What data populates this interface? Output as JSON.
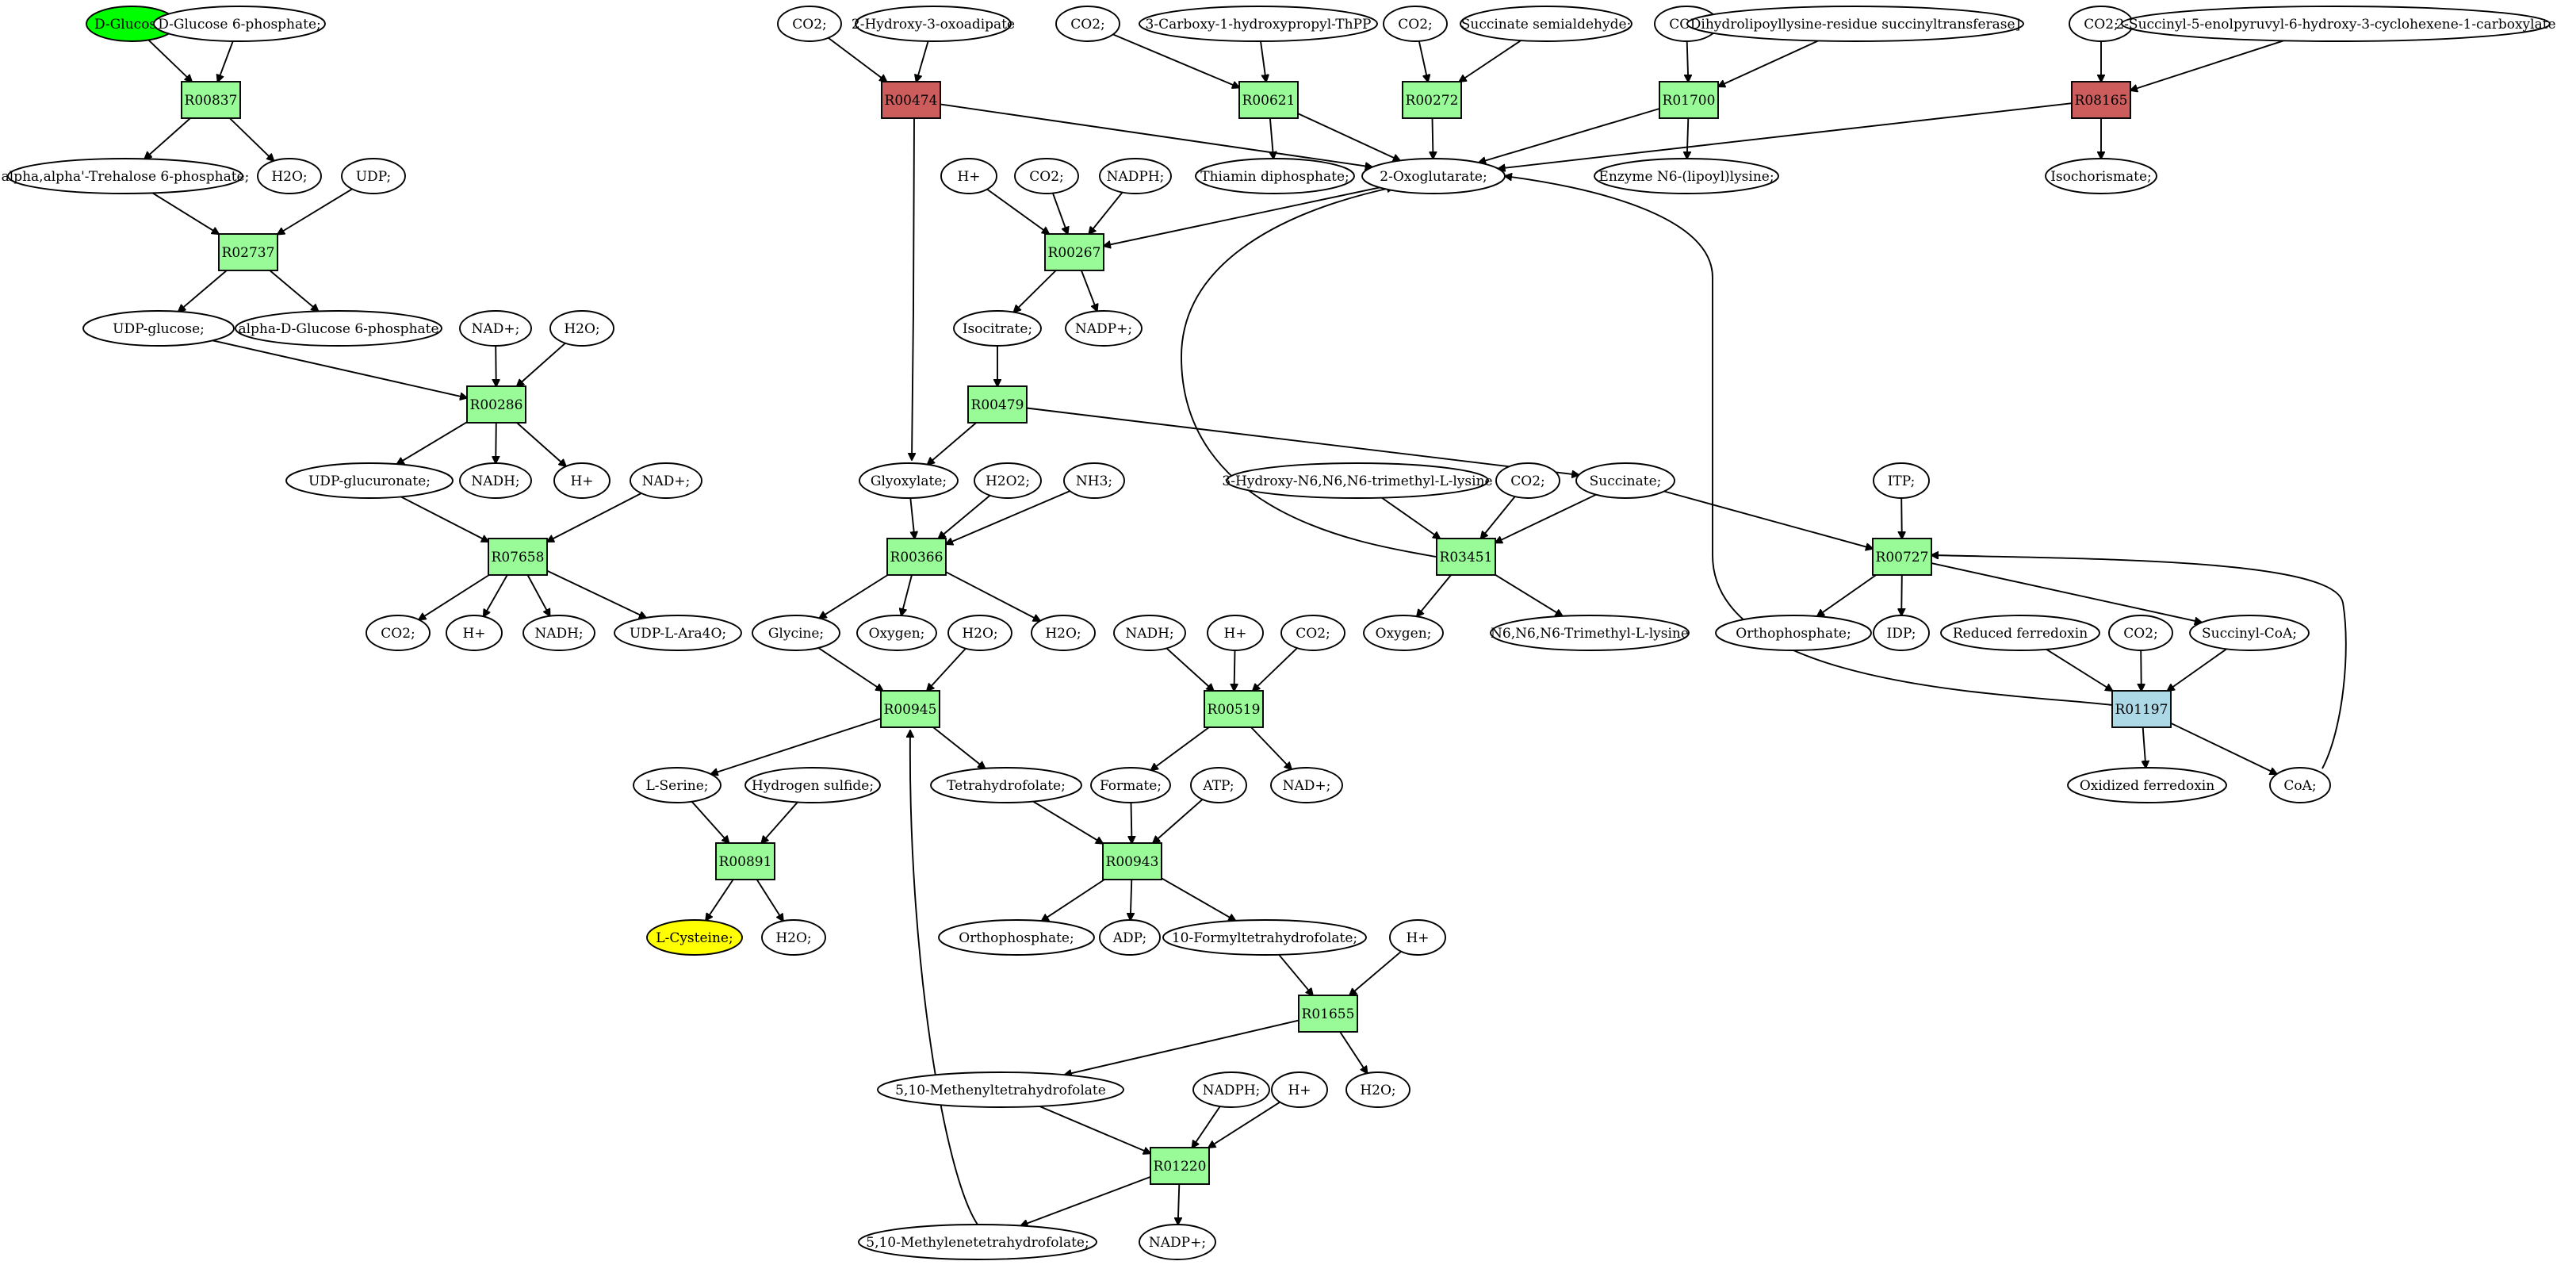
{
  "colors": {
    "metabolite": "#ffffff",
    "reaction": "#98fb98",
    "reaction_red": "#cd5c5c",
    "reaction_blue": "#add8e6",
    "source": "#00ff00",
    "target": "#ffff00"
  },
  "metabolites": [
    {
      "id": "m_dglucose",
      "label": "D-Glucose;",
      "style": "source"
    },
    {
      "id": "m_dg6p",
      "label": "D-Glucose 6-phosphate;"
    },
    {
      "id": "m_trehalose6p",
      "label": "alpha,alpha'-Trehalose 6-phosphate;"
    },
    {
      "id": "m_h2o_1",
      "label": "H2O;"
    },
    {
      "id": "m_udp",
      "label": "UDP;"
    },
    {
      "id": "m_udpglucose",
      "label": "UDP-glucose;"
    },
    {
      "id": "m_adg6p",
      "label": "alpha-D-Glucose 6-phosphate"
    },
    {
      "id": "m_nad_1",
      "label": "NAD+;"
    },
    {
      "id": "m_h2o_2",
      "label": "H2O;"
    },
    {
      "id": "m_udpglucuronate",
      "label": "UDP-glucuronate;"
    },
    {
      "id": "m_nadh_1",
      "label": "NADH;"
    },
    {
      "id": "m_hplus_1",
      "label": "H+"
    },
    {
      "id": "m_nad_2",
      "label": "NAD+;"
    },
    {
      "id": "m_co2_1",
      "label": "CO2;"
    },
    {
      "id": "m_hplus_2",
      "label": "H+"
    },
    {
      "id": "m_nadh_2",
      "label": "NADH;"
    },
    {
      "id": "m_udpara4o",
      "label": "UDP-L-Ara4O;"
    },
    {
      "id": "m_co2_2",
      "label": "CO2;"
    },
    {
      "id": "m_hydroxyoxoadipate",
      "label": "2-Hydroxy-3-oxoadipate"
    },
    {
      "id": "m_co2_3",
      "label": "CO2;"
    },
    {
      "id": "m_carboxythpp",
      "label": "3-Carboxy-1-hydroxypropyl-ThPP"
    },
    {
      "id": "m_co2_4",
      "label": "CO2;"
    },
    {
      "id": "m_succsemi",
      "label": "Succinate semialdehyde;"
    },
    {
      "id": "m_co2_5",
      "label": "CO2;"
    },
    {
      "id": "m_dihydrolipoyl",
      "label": "Dihydrolipoyllysine-residue succinyltransferase]"
    },
    {
      "id": "m_co2_6",
      "label": "CO2;"
    },
    {
      "id": "m_sephchc",
      "label": "2-Succinyl-5-enolpyruvyl-6-hydroxy-3-cyclohexene-1-carboxylate"
    },
    {
      "id": "m_thiamindp",
      "label": "Thiamin diphosphate;"
    },
    {
      "id": "m_oxoglutarate",
      "label": "2-Oxoglutarate;"
    },
    {
      "id": "m_enzymelipoyl",
      "label": "Enzyme N6-(lipoyl)lysine;"
    },
    {
      "id": "m_isochorismate",
      "label": "Isochorismate;"
    },
    {
      "id": "m_hplus_3",
      "label": "H+"
    },
    {
      "id": "m_co2_7",
      "label": "CO2;"
    },
    {
      "id": "m_nadph_1",
      "label": "NADPH;"
    },
    {
      "id": "m_isocitrate",
      "label": "Isocitrate;"
    },
    {
      "id": "m_nadp_1",
      "label": "NADP+;"
    },
    {
      "id": "m_glyoxylate",
      "label": "Glyoxylate;"
    },
    {
      "id": "m_h2o2",
      "label": "H2O2;"
    },
    {
      "id": "m_nh3",
      "label": "NH3;"
    },
    {
      "id": "m_hydroxytml",
      "label": "3-Hydroxy-N6,N6,N6-trimethyl-L-lysine"
    },
    {
      "id": "m_co2_8",
      "label": "CO2;"
    },
    {
      "id": "m_succinate",
      "label": "Succinate;"
    },
    {
      "id": "m_itp",
      "label": "ITP;"
    },
    {
      "id": "m_glycine",
      "label": "Glycine;"
    },
    {
      "id": "m_oxygen_1",
      "label": "Oxygen;"
    },
    {
      "id": "m_h2o_3",
      "label": "H2O;"
    },
    {
      "id": "m_h2o_4",
      "label": "H2O;"
    },
    {
      "id": "m_oxygen_2",
      "label": "Oxygen;"
    },
    {
      "id": "m_tml",
      "label": "N6,N6,N6-Trimethyl-L-lysine"
    },
    {
      "id": "m_orthophosphate_1",
      "label": "Orthophosphate;"
    },
    {
      "id": "m_idp",
      "label": "IDP;"
    },
    {
      "id": "m_redferredoxin",
      "label": "Reduced ferredoxin"
    },
    {
      "id": "m_co2_9",
      "label": "CO2;"
    },
    {
      "id": "m_succinylcoa",
      "label": "Succinyl-CoA;"
    },
    {
      "id": "m_nadh_3",
      "label": "NADH;"
    },
    {
      "id": "m_hplus_4",
      "label": "H+"
    },
    {
      "id": "m_co2_10",
      "label": "CO2;"
    },
    {
      "id": "m_lserine",
      "label": "L-Serine;"
    },
    {
      "id": "m_h2s",
      "label": "Hydrogen sulfide;"
    },
    {
      "id": "m_thf",
      "label": "Tetrahydrofolate;"
    },
    {
      "id": "m_formate",
      "label": "Formate;"
    },
    {
      "id": "m_atp",
      "label": "ATP;"
    },
    {
      "id": "m_nad_3",
      "label": "NAD+;"
    },
    {
      "id": "m_oxferredoxin",
      "label": "Oxidized ferredoxin"
    },
    {
      "id": "m_coa",
      "label": "CoA;"
    },
    {
      "id": "m_lcysteine",
      "label": "L-Cysteine;",
      "style": "target"
    },
    {
      "id": "m_h2o_5",
      "label": "H2O;"
    },
    {
      "id": "m_orthophosphate_2",
      "label": "Orthophosphate;"
    },
    {
      "id": "m_adp",
      "label": "ADP;"
    },
    {
      "id": "m_formylthf",
      "label": "10-Formyltetrahydrofolate;"
    },
    {
      "id": "m_hplus_5",
      "label": "H+"
    },
    {
      "id": "m_methenylthf",
      "label": "5,10-Methenyltetrahydrofolate"
    },
    {
      "id": "m_nadph_2",
      "label": "NADPH;"
    },
    {
      "id": "m_hplus_6",
      "label": "H+"
    },
    {
      "id": "m_h2o_6",
      "label": "H2O;"
    },
    {
      "id": "m_methylenethf",
      "label": "5,10-Methylenetetrahydrofolate;"
    },
    {
      "id": "m_nadp_2",
      "label": "NADP+;"
    }
  ],
  "reactions": [
    {
      "id": "r_R00837",
      "label": "R00837",
      "style": "reaction"
    },
    {
      "id": "r_R02737",
      "label": "R02737",
      "style": "reaction"
    },
    {
      "id": "r_R00286",
      "label": "R00286",
      "style": "reaction"
    },
    {
      "id": "r_R07658",
      "label": "R07658",
      "style": "reaction"
    },
    {
      "id": "r_R00474",
      "label": "R00474",
      "style": "reaction_red"
    },
    {
      "id": "r_R00621",
      "label": "R00621",
      "style": "reaction"
    },
    {
      "id": "r_R00272",
      "label": "R00272",
      "style": "reaction"
    },
    {
      "id": "r_R01700",
      "label": "R01700",
      "style": "reaction"
    },
    {
      "id": "r_R08165",
      "label": "R08165",
      "style": "reaction_red"
    },
    {
      "id": "r_R00267",
      "label": "R00267",
      "style": "reaction"
    },
    {
      "id": "r_R00479",
      "label": "R00479",
      "style": "reaction"
    },
    {
      "id": "r_R00366",
      "label": "R00366",
      "style": "reaction"
    },
    {
      "id": "r_R03451",
      "label": "R03451",
      "style": "reaction"
    },
    {
      "id": "r_R00727",
      "label": "R00727",
      "style": "reaction"
    },
    {
      "id": "r_R00945",
      "label": "R00945",
      "style": "reaction"
    },
    {
      "id": "r_R00519",
      "label": "R00519",
      "style": "reaction"
    },
    {
      "id": "r_R01197",
      "label": "R01197",
      "style": "reaction_blue"
    },
    {
      "id": "r_R00891",
      "label": "R00891",
      "style": "reaction"
    },
    {
      "id": "r_R00943",
      "label": "R00943",
      "style": "reaction"
    },
    {
      "id": "r_R01655",
      "label": "R01655",
      "style": "reaction"
    },
    {
      "id": "r_R01220",
      "label": "R01220",
      "style": "reaction"
    }
  ],
  "edges": [
    [
      "m_dglucose",
      "r_R00837"
    ],
    [
      "m_dg6p",
      "r_R00837"
    ],
    [
      "r_R00837",
      "m_trehalose6p"
    ],
    [
      "r_R00837",
      "m_h2o_1"
    ],
    [
      "m_trehalose6p",
      "r_R02737"
    ],
    [
      "m_udp",
      "r_R02737"
    ],
    [
      "r_R02737",
      "m_udpglucose"
    ],
    [
      "r_R02737",
      "m_adg6p"
    ],
    [
      "m_udpglucose",
      "r_R00286"
    ],
    [
      "m_nad_1",
      "r_R00286"
    ],
    [
      "m_h2o_2",
      "r_R00286"
    ],
    [
      "r_R00286",
      "m_udpglucuronate"
    ],
    [
      "r_R00286",
      "m_nadh_1"
    ],
    [
      "r_R00286",
      "m_hplus_1"
    ],
    [
      "m_udpglucuronate",
      "r_R07658"
    ],
    [
      "m_nad_2",
      "r_R07658"
    ],
    [
      "r_R07658",
      "m_co2_1"
    ],
    [
      "r_R07658",
      "m_hplus_2"
    ],
    [
      "r_R07658",
      "m_nadh_2"
    ],
    [
      "r_R07658",
      "m_udpara4o"
    ],
    [
      "m_co2_2",
      "r_R00474"
    ],
    [
      "m_hydroxyoxoadipate",
      "r_R00474"
    ],
    [
      "r_R00474",
      "m_oxoglutarate"
    ],
    [
      "r_R00474",
      "m_glyoxylate"
    ],
    [
      "m_co2_3",
      "r_R00621"
    ],
    [
      "m_carboxythpp",
      "r_R00621"
    ],
    [
      "r_R00621",
      "m_thiamindp"
    ],
    [
      "r_R00621",
      "m_oxoglutarate"
    ],
    [
      "m_co2_4",
      "r_R00272"
    ],
    [
      "m_succsemi",
      "r_R00272"
    ],
    [
      "r_R00272",
      "m_oxoglutarate"
    ],
    [
      "m_co2_5",
      "r_R01700"
    ],
    [
      "m_dihydrolipoyl",
      "r_R01700"
    ],
    [
      "r_R01700",
      "m_oxoglutarate"
    ],
    [
      "r_R01700",
      "m_enzymelipoyl"
    ],
    [
      "m_co2_6",
      "r_R08165"
    ],
    [
      "m_sephchc",
      "r_R08165"
    ],
    [
      "r_R08165",
      "m_oxoglutarate"
    ],
    [
      "r_R08165",
      "m_isochorismate"
    ],
    [
      "m_oxoglutarate",
      "r_R00267"
    ],
    [
      "m_hplus_3",
      "r_R00267"
    ],
    [
      "m_co2_7",
      "r_R00267"
    ],
    [
      "m_nadph_1",
      "r_R00267"
    ],
    [
      "r_R00267",
      "m_isocitrate"
    ],
    [
      "r_R00267",
      "m_nadp_1"
    ],
    [
      "m_isocitrate",
      "r_R00479"
    ],
    [
      "r_R00479",
      "m_glyoxylate"
    ],
    [
      "r_R00479",
      "m_succinate"
    ],
    [
      "m_glyoxylate",
      "r_R00366"
    ],
    [
      "m_h2o2",
      "r_R00366"
    ],
    [
      "m_nh3",
      "r_R00366"
    ],
    [
      "r_R00366",
      "m_glycine"
    ],
    [
      "r_R00366",
      "m_oxygen_1"
    ],
    [
      "r_R00366",
      "m_h2o_4"
    ],
    [
      "m_hydroxytml",
      "r_R03451"
    ],
    [
      "m_co2_8",
      "r_R03451"
    ],
    [
      "m_succinate",
      "r_R03451"
    ],
    [
      "r_R03451",
      "m_oxoglutarate"
    ],
    [
      "r_R03451",
      "m_oxygen_2"
    ],
    [
      "r_R03451",
      "m_tml"
    ],
    [
      "m_succinate",
      "r_R00727"
    ],
    [
      "m_itp",
      "r_R00727"
    ],
    [
      "m_coa",
      "r_R00727"
    ],
    [
      "r_R00727",
      "m_orthophosphate_1"
    ],
    [
      "r_R00727",
      "m_idp"
    ],
    [
      "r_R00727",
      "m_succinylcoa"
    ],
    [
      "m_redferredoxin",
      "r_R01197"
    ],
    [
      "m_co2_9",
      "r_R01197"
    ],
    [
      "m_succinylcoa",
      "r_R01197"
    ],
    [
      "r_R01197",
      "m_oxoglutarate"
    ],
    [
      "r_R01197",
      "m_oxferredoxin"
    ],
    [
      "r_R01197",
      "m_coa"
    ],
    [
      "m_glycine",
      "r_R00945"
    ],
    [
      "m_h2o_3",
      "r_R00945"
    ],
    [
      "m_methylenethf",
      "r_R00945"
    ],
    [
      "r_R00945",
      "m_lserine"
    ],
    [
      "r_R00945",
      "m_thf"
    ],
    [
      "m_lserine",
      "r_R00891"
    ],
    [
      "m_h2s",
      "r_R00891"
    ],
    [
      "r_R00891",
      "m_lcysteine"
    ],
    [
      "r_R00891",
      "m_h2o_5"
    ],
    [
      "m_nadh_3",
      "r_R00519"
    ],
    [
      "m_hplus_4",
      "r_R00519"
    ],
    [
      "m_co2_10",
      "r_R00519"
    ],
    [
      "r_R00519",
      "m_formate"
    ],
    [
      "r_R00519",
      "m_nad_3"
    ],
    [
      "m_thf",
      "r_R00943"
    ],
    [
      "m_formate",
      "r_R00943"
    ],
    [
      "m_atp",
      "r_R00943"
    ],
    [
      "r_R00943",
      "m_orthophosphate_2"
    ],
    [
      "r_R00943",
      "m_adp"
    ],
    [
      "r_R00943",
      "m_formylthf"
    ],
    [
      "m_formylthf",
      "r_R01655"
    ],
    [
      "m_hplus_5",
      "r_R01655"
    ],
    [
      "r_R01655",
      "m_methenylthf"
    ],
    [
      "r_R01655",
      "m_h2o_6"
    ],
    [
      "m_methenylthf",
      "r_R01220"
    ],
    [
      "m_nadph_2",
      "r_R01220"
    ],
    [
      "m_hplus_6",
      "r_R01220"
    ],
    [
      "r_R01220",
      "m_methylenethf"
    ],
    [
      "r_R01220",
      "m_nadp_2"
    ]
  ]
}
